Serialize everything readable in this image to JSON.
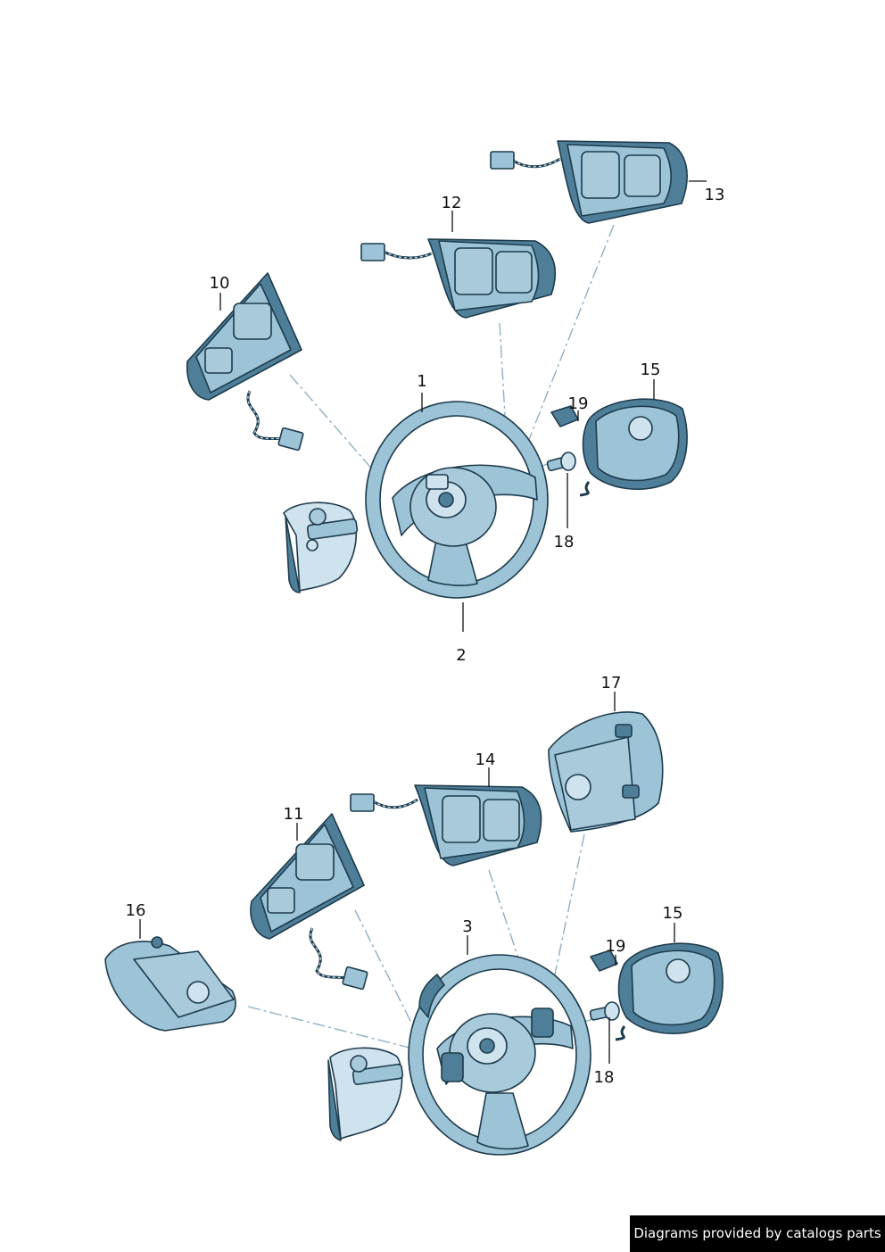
{
  "callouts": {
    "c1": "1",
    "c2": "2",
    "c3": "3",
    "c10": "10",
    "c11": "11",
    "c12": "12",
    "c13": "13",
    "c14": "14",
    "c15a": "15",
    "c15b": "15",
    "c16": "16",
    "c17": "17",
    "c18a": "18",
    "c18b": "18",
    "c19a": "19",
    "c19b": "19"
  },
  "credit": "Diagrams provided by catalogs parts",
  "colors": {
    "part_fill": "#9cc4d6",
    "part_dark": "#4f7f98",
    "outline": "#1d3b4d",
    "dash_line": "#8fb0c4"
  }
}
